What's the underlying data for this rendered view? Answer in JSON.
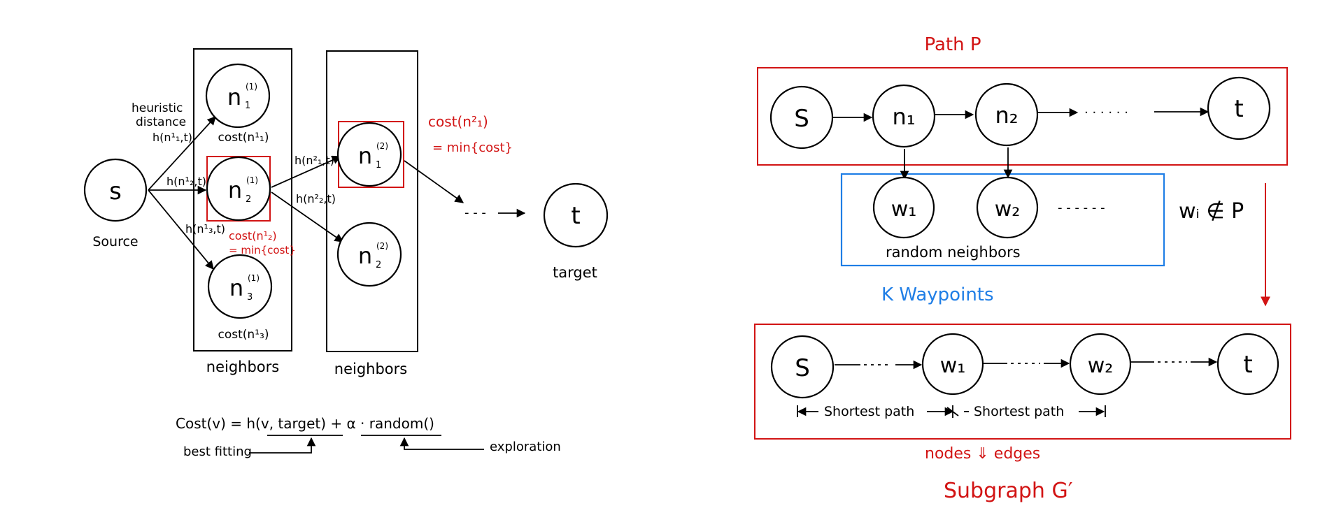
{
  "left": {
    "nodes": {
      "source": {
        "main": "s"
      },
      "n1_1": {
        "main": "n",
        "sup": "(1)",
        "sub": "1"
      },
      "n2_1": {
        "main": "n",
        "sup": "(1)",
        "sub": "2"
      },
      "n3_1": {
        "main": "n",
        "sup": "(1)",
        "sub": "3"
      },
      "n1_2": {
        "main": "n",
        "sup": "(2)",
        "sub": "1"
      },
      "n2_2": {
        "main": "n",
        "sup": "(2)",
        "sub": "2"
      },
      "target": {
        "main": "t"
      }
    },
    "labels": {
      "source": "Source",
      "target": "target",
      "heuristic_line1": "heuristic",
      "heuristic_line2": "distance",
      "h_n1": "h(n¹₁,t)",
      "h_n2": "h(n¹₂,t)",
      "h_n3": "h(n¹₃,t)",
      "h_n21": "h(n²₁,t)",
      "h_n22": "h(n²₂,t)",
      "cost_n1": "cost(n¹₁)",
      "cost_n3": "cost(n¹₃)",
      "cost_n2_red1": "cost(n¹₂)",
      "cost_n2_red2": "= min{cost}",
      "cost_n21_red1": "cost(n²₁)",
      "cost_n21_red2": "= min{cost}",
      "neighbors1": "neighbors",
      "neighbors2": "neighbors",
      "dots": "- - -",
      "formula": "Cost(v) = h(v, target) + α · random()",
      "best_fitting": "best fitting",
      "exploration": "exploration"
    }
  },
  "right": {
    "path_title": "Path P",
    "top_nodes": {
      "s": "S",
      "n1": "n₁",
      "n2": "n₂",
      "t": "t"
    },
    "top_dots": "· · · · · ·",
    "neighbor_nodes": {
      "w1": "w₁",
      "w2": "w₂"
    },
    "neighbor_dots": "- - - - - -",
    "random_neighbors": "random  neighbors",
    "not_in_p": "wᵢ ∉ P",
    "k_waypoints": "K  Waypoints",
    "bottom_nodes": {
      "s": "S",
      "w1": "w₁",
      "w2": "w₂",
      "t": "t"
    },
    "shortest_path_1": "Shortest  path",
    "shortest_path_2": "Shortest  path",
    "nodes_edges": "nodes ⇓ edges",
    "subgraph": "Subgraph G′"
  },
  "colors": {
    "red": "#d21414",
    "blue": "#1f7ee6",
    "ink": "#000000"
  }
}
